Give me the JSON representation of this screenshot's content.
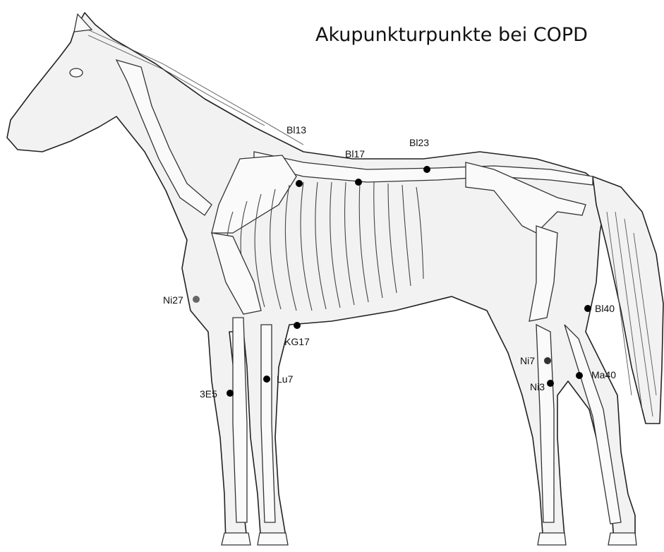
{
  "title": "Akupunkturpunkte bei COPD",
  "points": [
    {
      "id": "bl13",
      "label": "Bl13"
    },
    {
      "id": "bl17",
      "label": "Bl17"
    },
    {
      "id": "bl23",
      "label": "Bl23"
    },
    {
      "id": "ni27",
      "label": "Ni27"
    },
    {
      "id": "kg17",
      "label": "KG17"
    },
    {
      "id": "bl40",
      "label": "Bl40"
    },
    {
      "id": "ni7",
      "label": "Ni7"
    },
    {
      "id": "ni3",
      "label": "Ni3"
    },
    {
      "id": "ma40",
      "label": "Ma40"
    },
    {
      "id": "lu7",
      "label": "Lu7"
    },
    {
      "id": "3e5",
      "label": "3E5"
    }
  ],
  "colors": {
    "point": "#000000",
    "line": "#222222",
    "background": "#ffffff"
  }
}
